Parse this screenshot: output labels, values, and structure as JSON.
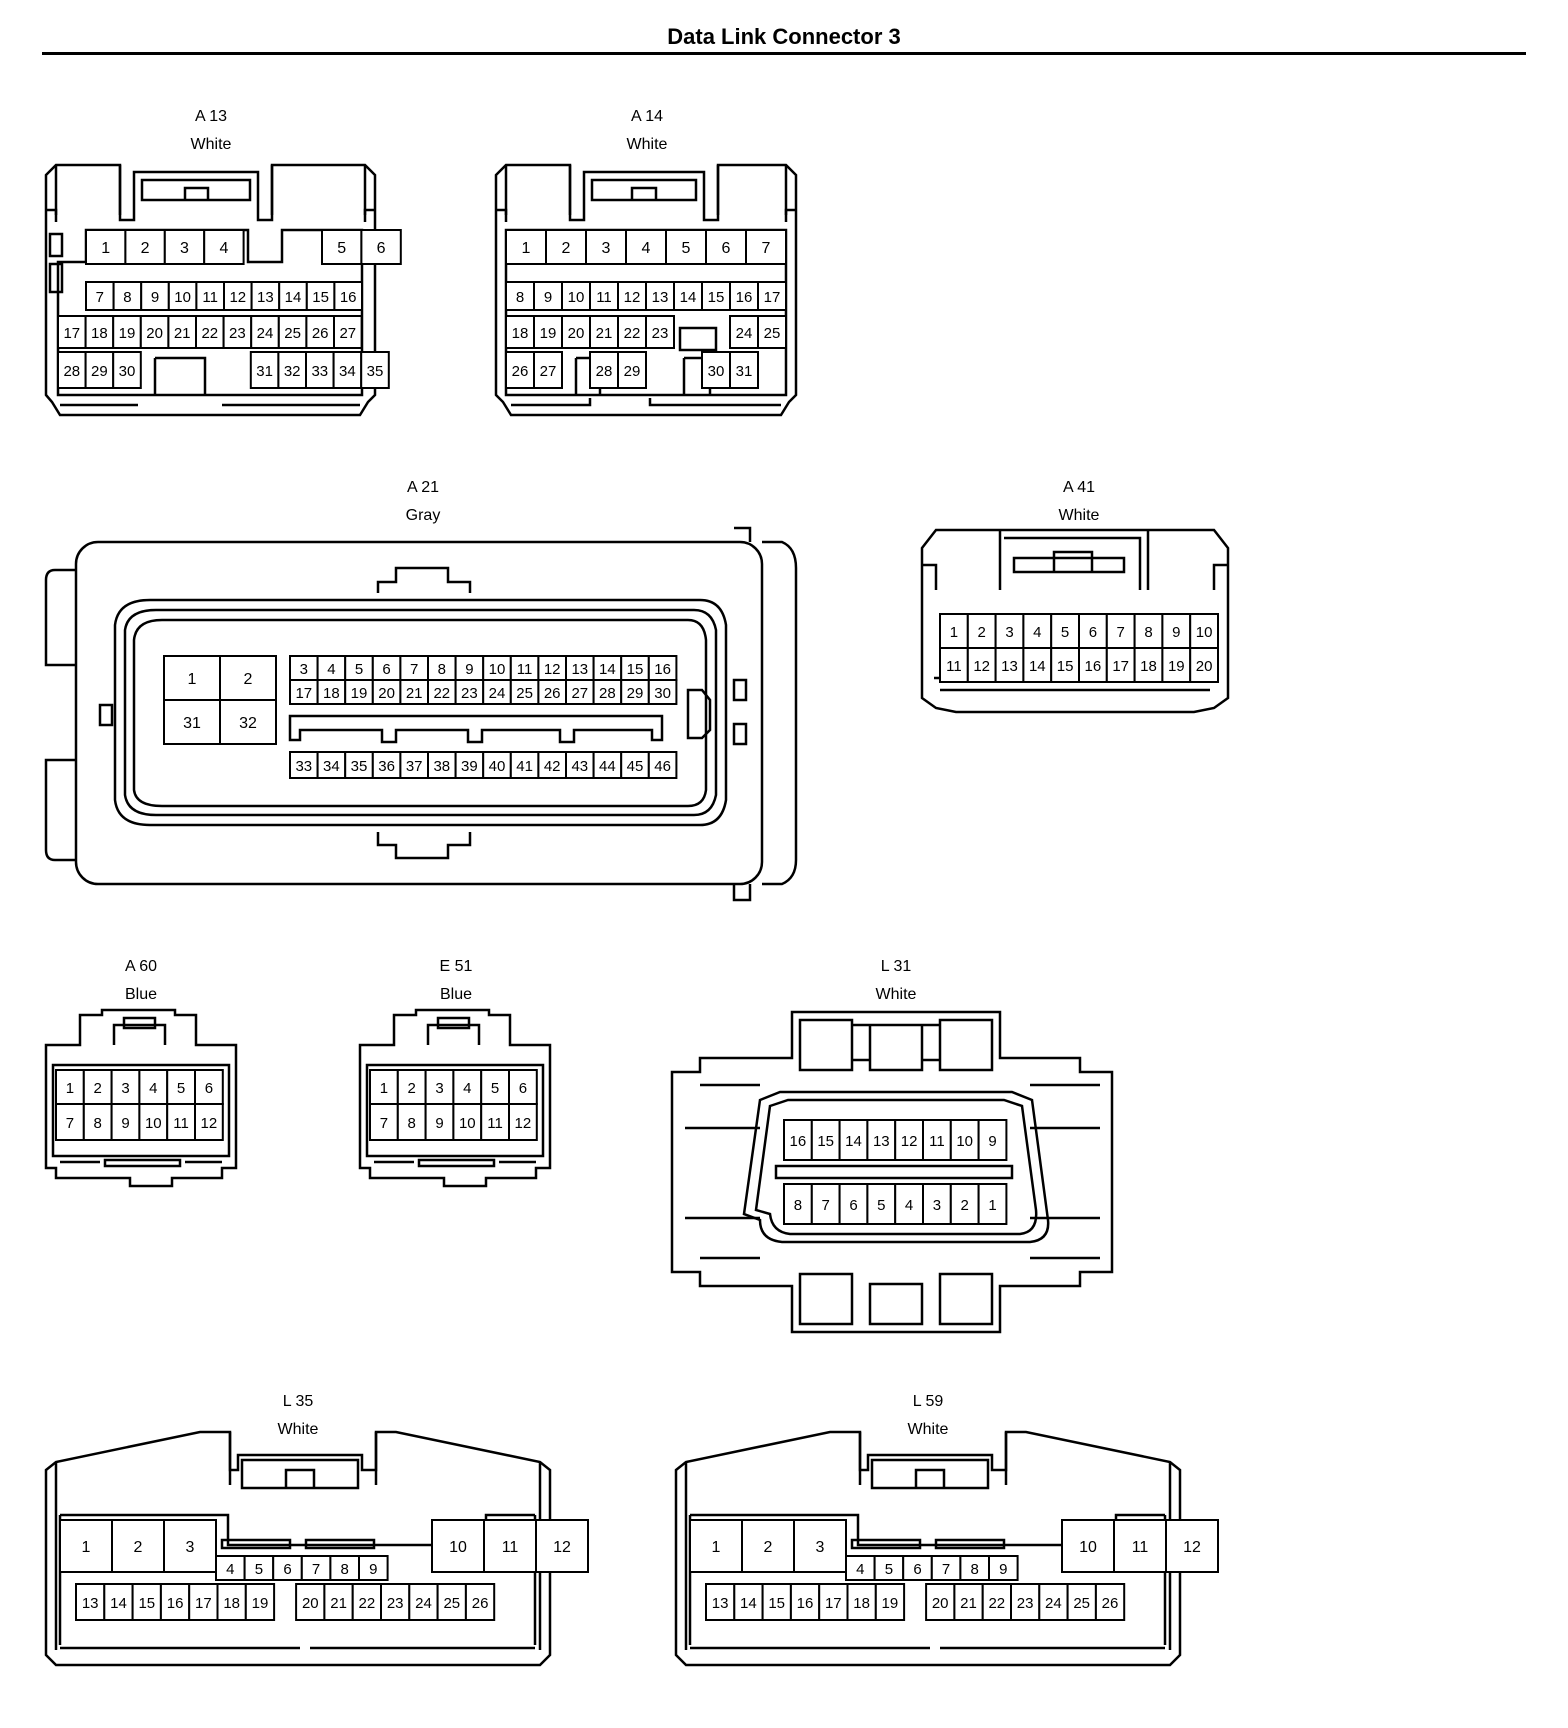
{
  "page": {
    "title": "Data Link Connector 3"
  },
  "connectors": [
    {
      "id": "a13",
      "code": "A 13",
      "color": "White",
      "rows": [
        [
          "1",
          "2",
          "3",
          "4",
          "",
          "5",
          "6"
        ],
        [
          "7",
          "8",
          "9",
          "10",
          "11",
          "12",
          "13",
          "14",
          "15",
          "16"
        ],
        [
          "17",
          "18",
          "19",
          "20",
          "21",
          "22",
          "23",
          "24",
          "25",
          "26",
          "27"
        ],
        [
          "28",
          "29",
          "30",
          "",
          "31",
          "32",
          "33",
          "34",
          "35"
        ]
      ]
    },
    {
      "id": "a14",
      "code": "A 14",
      "color": "White",
      "rows": [
        [
          "1",
          "2",
          "3",
          "4",
          "5",
          "6",
          "7"
        ],
        [
          "8",
          "9",
          "10",
          "11",
          "12",
          "13",
          "14",
          "15",
          "16",
          "17"
        ],
        [
          "18",
          "19",
          "20",
          "21",
          "22",
          "23",
          "",
          "24",
          "25"
        ],
        [
          "26",
          "27",
          "",
          "28",
          "29",
          "",
          "30",
          "31"
        ]
      ]
    },
    {
      "id": "a21",
      "code": "A 21",
      "color": "Gray",
      "rows": [
        [
          "1",
          "2"
        ],
        [
          "31",
          "32"
        ],
        [
          "3",
          "4",
          "5",
          "6",
          "7",
          "8",
          "9",
          "10",
          "11",
          "12",
          "13",
          "14",
          "15",
          "16"
        ],
        [
          "17",
          "18",
          "19",
          "20",
          "21",
          "22",
          "23",
          "24",
          "25",
          "26",
          "27",
          "28",
          "29",
          "30"
        ],
        [
          "33",
          "34",
          "35",
          "36",
          "37",
          "38",
          "39",
          "40",
          "41",
          "42",
          "43",
          "44",
          "45",
          "46"
        ]
      ]
    },
    {
      "id": "a41",
      "code": "A 41",
      "color": "White",
      "rows": [
        [
          "1",
          "2",
          "3",
          "4",
          "5",
          "6",
          "7",
          "8",
          "9",
          "10"
        ],
        [
          "11",
          "12",
          "13",
          "14",
          "15",
          "16",
          "17",
          "18",
          "19",
          "20"
        ]
      ]
    },
    {
      "id": "a60",
      "code": "A 60",
      "color": "Blue",
      "rows": [
        [
          "1",
          "2",
          "3",
          "4",
          "5",
          "6"
        ],
        [
          "7",
          "8",
          "9",
          "10",
          "11",
          "12"
        ]
      ]
    },
    {
      "id": "e51",
      "code": "E 51",
      "color": "Blue",
      "rows": [
        [
          "1",
          "2",
          "3",
          "4",
          "5",
          "6"
        ],
        [
          "7",
          "8",
          "9",
          "10",
          "11",
          "12"
        ]
      ]
    },
    {
      "id": "l31",
      "code": "L 31",
      "color": "White",
      "rows": [
        [
          "16",
          "15",
          "14",
          "13",
          "12",
          "11",
          "10",
          "9"
        ],
        [
          "8",
          "7",
          "6",
          "5",
          "4",
          "3",
          "2",
          "1"
        ]
      ]
    },
    {
      "id": "l35",
      "code": "L 35",
      "color": "White",
      "rows": [
        [
          "1",
          "2",
          "3",
          "10",
          "11",
          "12"
        ],
        [
          "4",
          "5",
          "6",
          "7",
          "8",
          "9"
        ],
        [
          "13",
          "14",
          "15",
          "16",
          "17",
          "18",
          "19",
          "20",
          "21",
          "22",
          "23",
          "24",
          "25",
          "26"
        ]
      ]
    },
    {
      "id": "l59",
      "code": "L 59",
      "color": "White",
      "rows": [
        [
          "1",
          "2",
          "3",
          "10",
          "11",
          "12"
        ],
        [
          "4",
          "5",
          "6",
          "7",
          "8",
          "9"
        ],
        [
          "13",
          "14",
          "15",
          "16",
          "17",
          "18",
          "19",
          "20",
          "21",
          "22",
          "23",
          "24",
          "25",
          "26"
        ]
      ]
    }
  ]
}
